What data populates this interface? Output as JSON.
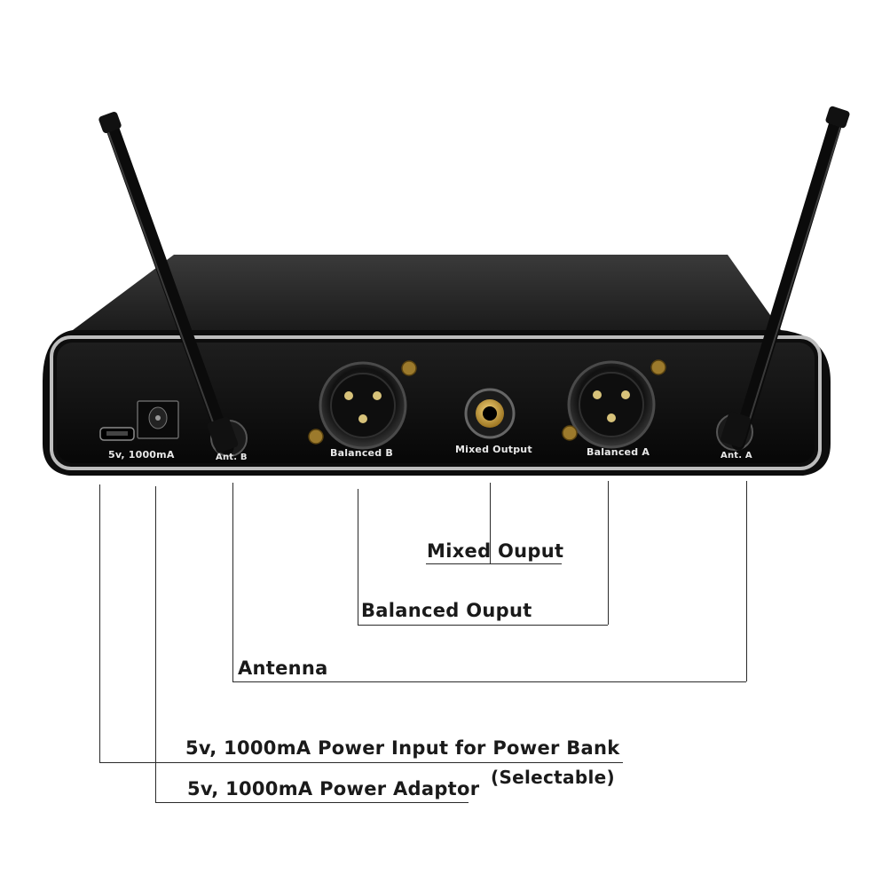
{
  "device": {
    "panel_labels": {
      "power": "5v, 1000mA",
      "ant_b": "Ant. B",
      "balanced_b": "Balanced B",
      "mixed_output": "Mixed Output",
      "balanced_a": "Balanced A",
      "ant_a": "Ant. A"
    },
    "colors": {
      "body": "#141414",
      "top": "#2b2b2b",
      "trim": "#c8c8c8",
      "gold": "#c9a23a"
    }
  },
  "callouts": {
    "mixed": "Mixed Ouput",
    "balanced": "Balanced Ouput",
    "antenna": "Antenna",
    "power_bank": "5v, 1000mA Power Input for Power Bank",
    "selectable": "(Selectable)",
    "power_adaptor": "5v, 1000mA Power Adaptor"
  }
}
